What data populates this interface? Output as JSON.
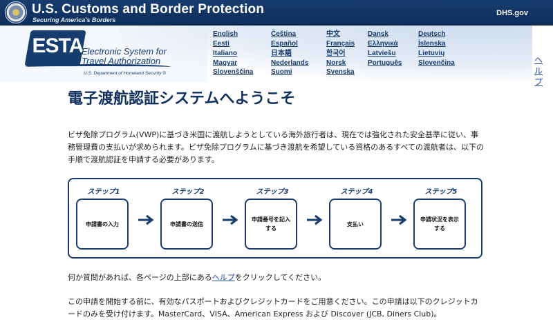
{
  "header": {
    "agency": "U.S. Customs and Border Protection",
    "tagline": "Securing America's Borders",
    "dhs_link": "DHS.gov"
  },
  "branding": {
    "esta_logo": "ESTA",
    "system_name_line1": "Electronic System for",
    "system_name_line2": "Travel Authorization",
    "department": "U.S. Department of Homeland Security ®"
  },
  "languages": [
    "English",
    "Čeština",
    "中文",
    "Dansk",
    "Deutsch",
    "Eesti",
    "Español",
    "Français",
    "Ελληνικά",
    "Íslenska",
    "Italiano",
    "日本語",
    "한국어",
    "Latviešu",
    "Lietuvių",
    "Magyar",
    "Nederlands",
    "Norsk",
    "Português",
    "Slovenčina",
    "Slovenščina",
    "Suomi",
    "Svenska"
  ],
  "help_side": "ヘルプ",
  "main": {
    "title": "電子渡航認証システムへようこそ",
    "intro": "ビザ免除プログラム(VWP)に基づき米国に渡航しようとしている海外旅行者は、現在では強化された安全基準に従い、事務管理費の支払いが求められます。ビザ免除プログラムに基づき渡航を希望している資格のあるすべての渡航者は、以下の手順で渡航認証を申請する必要があります。",
    "steps": [
      {
        "label": "ステップ1",
        "text": "申請書の入力"
      },
      {
        "label": "ステップ2",
        "text": "申請書の送信"
      },
      {
        "label": "ステップ3",
        "text": "申請番号を記入する"
      },
      {
        "label": "ステップ4",
        "text": "支払い"
      },
      {
        "label": "ステップ5",
        "text": "申請状況を表示する"
      }
    ],
    "help_para": {
      "before": "何か質問があれば、各ページの上部にある",
      "link": "ヘルプ",
      "after": "をクリックしてください。"
    },
    "payment_para": "この申請を開始する前に、有効なパスポートおよびクレジットカードをご用意ください。この申請は以下のクレジットカードのみを受け付けます。MasterCard、VISA、American Express および Discover (JCB, Diners Club)。"
  },
  "colors": {
    "navy": "#173c6e",
    "link": "#1f4f9a"
  }
}
